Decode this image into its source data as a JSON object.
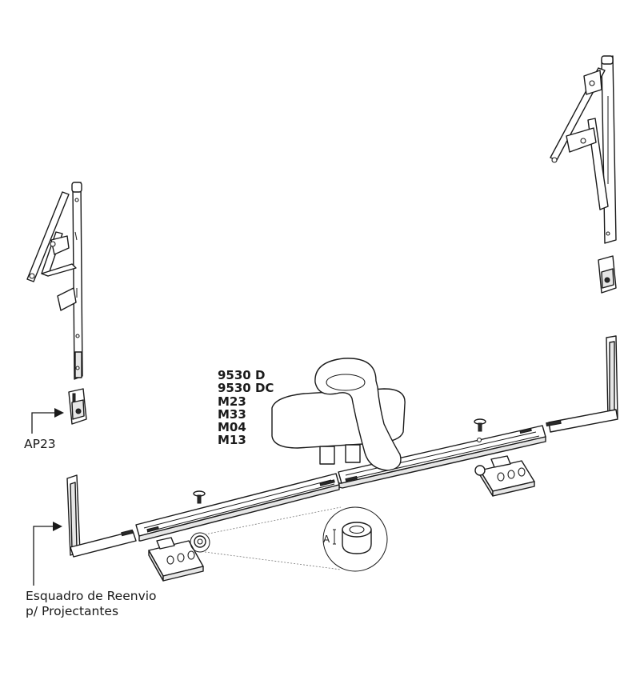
{
  "model_codes": [
    "9530 D",
    "9530 DC",
    "M23",
    "M33",
    "M04",
    "M13"
  ],
  "callouts": {
    "ap23": "AP23",
    "esquadro_line1": "Esquadro de Reenvio",
    "esquadro_line2": "p/ Projectantes",
    "dimension_a": "A"
  }
}
